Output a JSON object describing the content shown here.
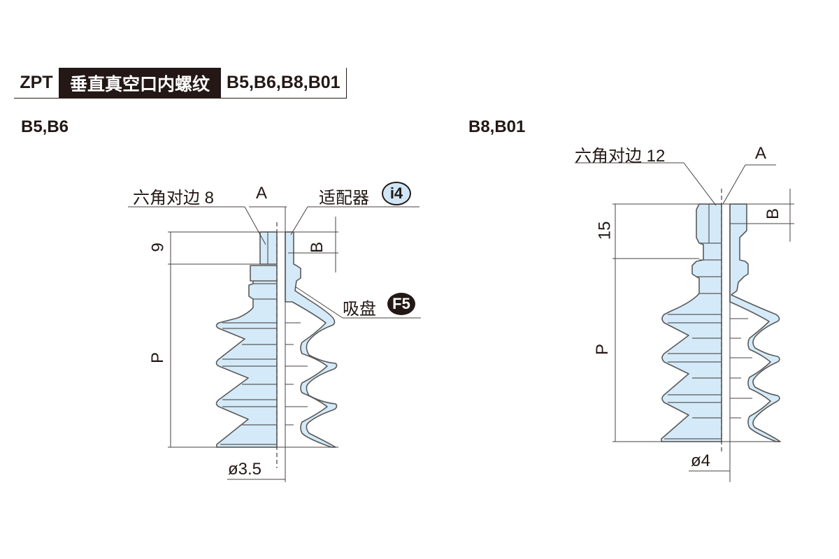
{
  "header": {
    "series": "ZPT",
    "title": "垂直真空口内螺纹",
    "models": "B5,B6,B8,B01"
  },
  "left_diagram": {
    "heading": "B5,B6",
    "hex_label": "六角对边 8",
    "a_label": "A",
    "adapter_label": "适配器",
    "adapter_badge": "i4",
    "pad_label": "吸盘",
    "pad_badge": "F5",
    "dim_height": "9",
    "dim_b": "B",
    "dim_p": "P",
    "dim_diameter": "ø3.5"
  },
  "right_diagram": {
    "heading": "B8,B01",
    "hex_label": "六角对边 12",
    "a_label": "A",
    "dim_height": "15",
    "dim_b": "B",
    "dim_p": "P",
    "dim_diameter": "ø4"
  },
  "colors": {
    "body_fill": "#d4eaf8",
    "outline": "#5a5a5a",
    "ink": "#231815"
  }
}
